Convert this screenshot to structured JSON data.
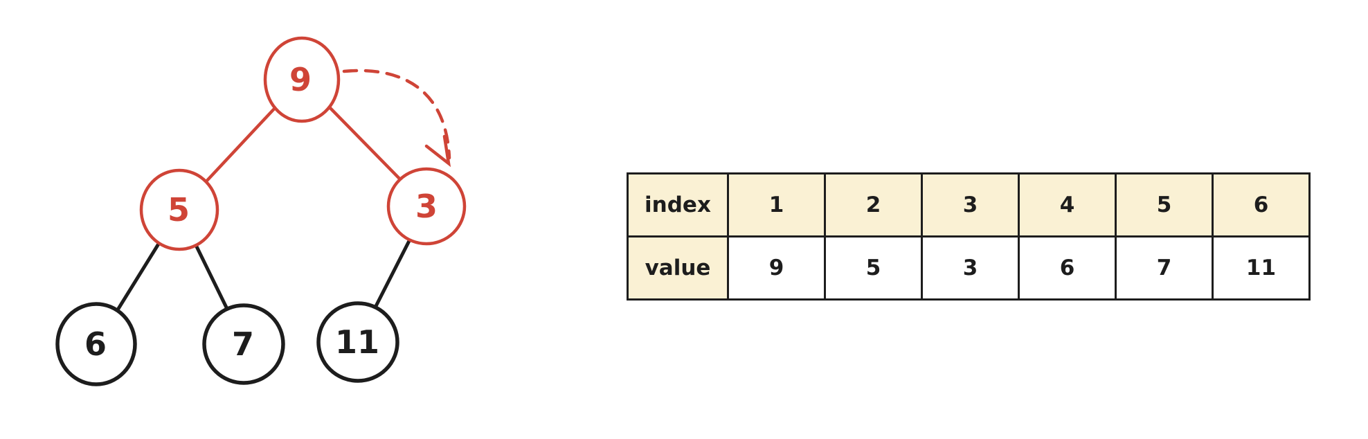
{
  "palette": {
    "accent_red": "#cf4437",
    "ink_black": "#1d1d1d",
    "cell_cream": "#faf1d4",
    "background": "#ffffff"
  },
  "tree": {
    "nodes": [
      {
        "label": "9",
        "color": "red"
      },
      {
        "label": "5",
        "color": "red"
      },
      {
        "label": "3",
        "color": "red"
      },
      {
        "label": "6",
        "color": "ink"
      },
      {
        "label": "7",
        "color": "ink"
      },
      {
        "label": "11",
        "color": "ink"
      }
    ],
    "edges": [
      {
        "from": "9",
        "to": "5",
        "color": "red"
      },
      {
        "from": "9",
        "to": "3",
        "color": "red"
      },
      {
        "from": "5",
        "to": "6",
        "color": "ink"
      },
      {
        "from": "5",
        "to": "7",
        "color": "ink"
      },
      {
        "from": "3",
        "to": "11",
        "color": "ink"
      }
    ],
    "annotation_arrow": {
      "style": "dashed-curved",
      "from": "9",
      "to": "3",
      "color": "red"
    }
  },
  "table": {
    "row_labels": [
      "index",
      "value"
    ],
    "columns": [
      {
        "index": "1",
        "value": "9",
        "highlighted": true
      },
      {
        "index": "2",
        "value": "5",
        "highlighted": true
      },
      {
        "index": "3",
        "value": "3",
        "highlighted": true
      },
      {
        "index": "4",
        "value": "6",
        "highlighted": false
      },
      {
        "index": "5",
        "value": "7",
        "highlighted": false
      },
      {
        "index": "6",
        "value": "11",
        "highlighted": false
      }
    ]
  }
}
